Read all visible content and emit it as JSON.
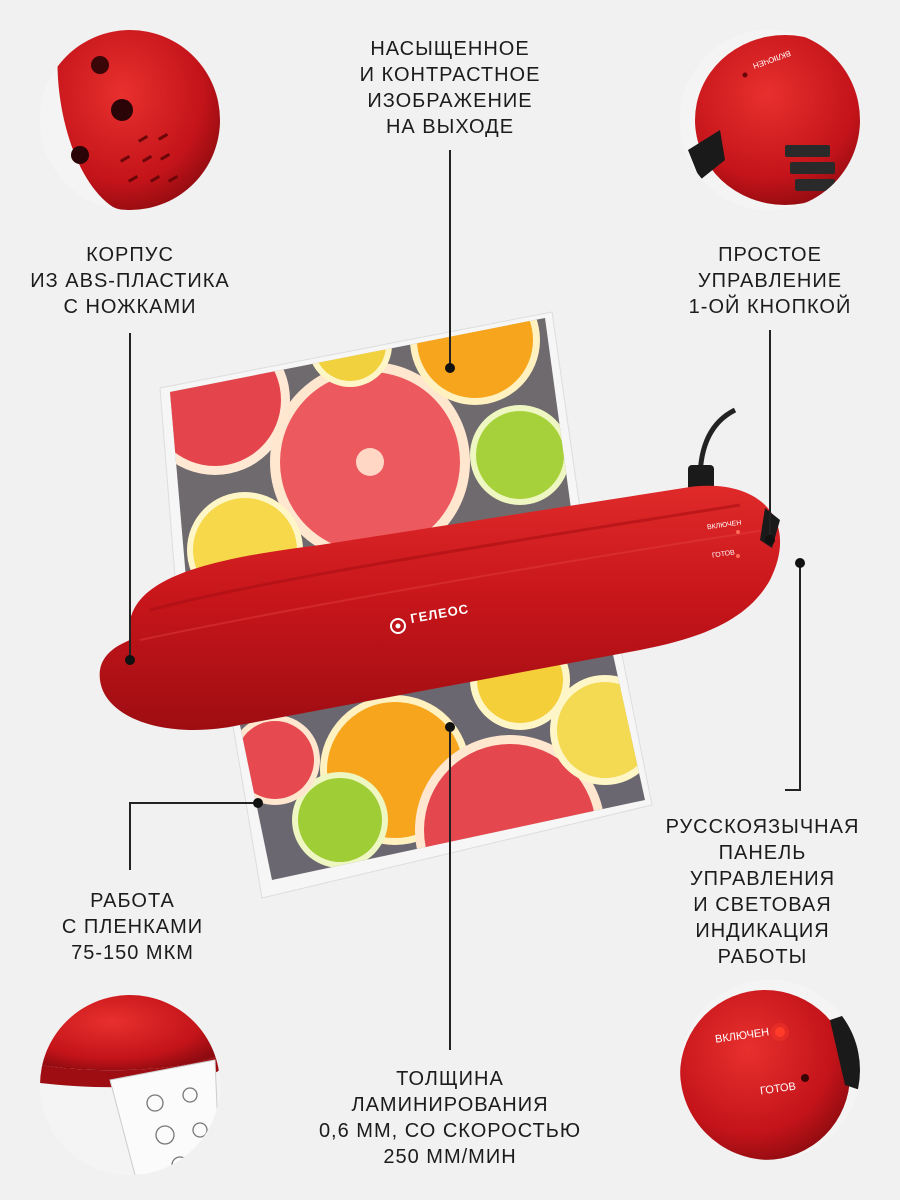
{
  "callouts": {
    "output": [
      "НАСЫЩЕННОЕ",
      "И КОНТРАСТНОЕ",
      "ИЗОБРАЖЕНИЕ",
      "НА ВЫХОДЕ"
    ],
    "body": [
      "КОРПУС",
      "ИЗ ABS-ПЛАСТИКА",
      "С НОЖКАМИ"
    ],
    "control": [
      "ПРОСТОЕ",
      "УПРАВЛЕНИЕ",
      "1-ОЙ КНОПКОЙ"
    ],
    "films": [
      "РАБОТА",
      "С ПЛЕНКАМИ",
      "75-150 МКМ"
    ],
    "panel": [
      "РУССКОЯЗЫЧНАЯ",
      "ПАНЕЛЬ",
      "УПРАВЛЕНИЯ",
      "И СВЕТОВАЯ",
      "ИНДИКАЦИЯ",
      "РАБОТЫ"
    ],
    "thickness": [
      "ТОЛЩИНА",
      "ЛАМИНИРОВАНИЯ",
      "0,6 ММ, СО СКОРОСТЬЮ",
      "250 ММ/МИН"
    ]
  },
  "device": {
    "brand": "ГЕЛЕОС",
    "indicator_on": "ВКЛЮЧЕН",
    "indicator_ready": "ГОТОВ",
    "switch_label": "ВКЛЮЧЕН"
  },
  "colors": {
    "body_red": "#c9151a",
    "background": "#f1f1f1",
    "led_red": "#ff3b2a"
  }
}
